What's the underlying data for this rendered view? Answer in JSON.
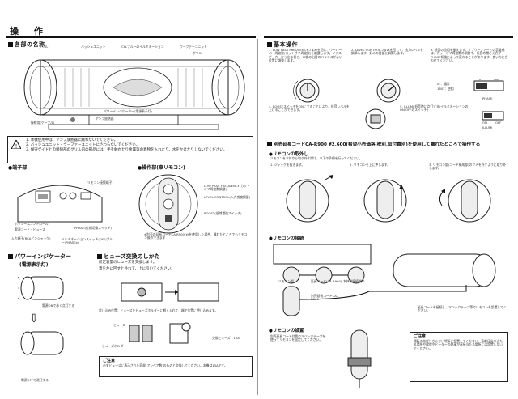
{
  "header": {
    "title": "操　作"
  },
  "left": {
    "parts_heading": "各部の名称",
    "parts_labels": {
      "grill_l": "グリル",
      "bass_unit": "バッシュユニット",
      "cyl_illum": "CYLブルーのイルミネーション",
      "woofer": "ウーファーユニット",
      "grill_r": "グリル",
      "power_ind": "パワーインジケーター(電源表示灯)",
      "amp_heatsink": "アンプ放熱器",
      "cable_holder": "接線用(ケーブル)"
    },
    "warning_lines": [
      "1. 本機使用中は、アンプ放熱器に触れないでください。",
      "2. バッシュユニット・ウーファーユニットにさわらないでください。",
      "3. 保守ゲイドとの接続部のグリル内の部品には、手を触れたり金属等の異物を入れたり、水をかけたりしないでください。"
    ],
    "terminal_heading": "端子部",
    "terminal_labels": {
      "remote": "リモコン接続端子",
      "vol": "ボリュームコントロール",
      "input": "入力端子(RCAピンジャック)",
      "power": "電源コード・ヒューズ",
      "phase": "PHASE(位相切換スイッチ)",
      "illum": "イルミネーションスイッチ(OFF/ブルー/PHASEx)"
    },
    "ops_heading": "操作部(車リモコン)",
    "ops_labels": {
      "lpf": "LOW PASS FREQUENCY(カットオフ周波数調整)",
      "level": "LEVEL CONTROL(入力感度調整)",
      "boost": "BOOST(低域増強スイッチ)"
    },
    "ops_note": "※別売の延長コードCA-R900(¥)を使用した場合、離れたところでもリモコン操作できます",
    "power_ind_heading": "パワーインジケーター",
    "power_ind_sub": "(電源表示灯)",
    "power_on": "電源ONで赤く点灯する",
    "power_off": "電源OFFで消灯する",
    "fuse_heading": "ヒューズ交換のしかた",
    "fuse_lines": [
      "所定容量のヒューズを交換します。",
      "蓋を左に回すと外れて、上に引いてください。"
    ],
    "fuse_line2": "差し込み位置：ヒューズをヒューズホルダーに軽く入れて、端で位置に押し込みます。",
    "fuse_label": "ヒューズ",
    "fuse_holder": "ヒューズホルダー",
    "fuse_spare": "交換ヒューズ：15A",
    "caution_title": "ご注意",
    "caution_text": "必ずヒューズに表示された容量(アンペア数)のものと交換してください。本機は15Aです。"
  },
  "right": {
    "basic_heading": "基本操作",
    "step1": "1. LOW PASS FREQUENCYつまみを回し、ウーハーバー周波数(カットオフ周波数)を調整します。リアスピーカーから出る音と、本機の出音のバランスがよい位置に調整します。",
    "step2": "2. LEVEL CONTROLつまみを回して、出力レベルを調節します。好みの音量に調節します。",
    "step3": "3. 低音の位相を揃えます。サブウーファーとの音量感は、カットオフ周波数の調整で、低音の聞こえ方がPHASE切換によって変わることがあります。良い方に合わせてください。",
    "phase_0": "0°：通常",
    "phase_180": "180°：逆相",
    "phase_label": "PHASE",
    "step4": "4. BOOSTスイッチをONにすることにより、低音レベルを上げることができます。",
    "step5": "5. ILLUMI 低音時に点灯する(イルミネーションのON/OFFのスイッチ)",
    "illumi_label": "ILLUMI",
    "illumi_on": "ON",
    "illumi_off": "OFF",
    "extcord_heading": "別売延長コードCA-R900 ¥2,600(希望小売価格,税別,取付費別)を使用して離れたところで操作する",
    "remote_removal_heading": "リモコンの取外し",
    "remote_removal_intro": "リモコンを本体から取り外す際は、以下の手順を行ってください。",
    "remove_steps": [
      "1. ジャックを抜きます。",
      "2. リモコンを上に押します。",
      "3. リモコン部(コード構成部)のツメを外すように取り外します。"
    ],
    "remote_conn_heading": "リモコンの接続",
    "remote_conn_labels": {
      "conn_a": "リモコン部",
      "conn_b": "延長コード(CA-R900)",
      "conn_c": "本体側接続端子",
      "cord": "別売延長コードCA-R900"
    },
    "remote_conn_note": "延長コードを接続し、マジックテープ等でリモコンを設置してください。",
    "remote_install_heading": "リモコンの設置",
    "remote_install_text": "別売延長コード付属のマジックテープを使ってリモコンを固定してください。",
    "install_caution_title": "ご注意",
    "install_caution_text": "運転の妨げにならない場所に設置してください。直射日光の当たる場所や暖房やヒーターの熱風が直接当たる場所には設置しないでください。"
  }
}
